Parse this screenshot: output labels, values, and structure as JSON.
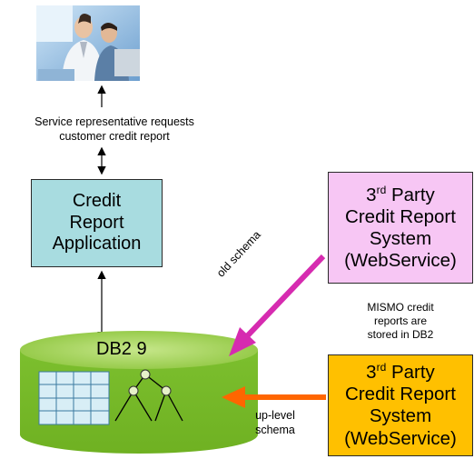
{
  "photo": {
    "alt": "Service representatives at a computer"
  },
  "caption_request": {
    "line1": "Service representative requests",
    "line2": "customer credit report"
  },
  "app_box": {
    "line1": "Credit",
    "line2": "Report",
    "line3": "Application",
    "fill": "#a8dce0"
  },
  "party_top": {
    "ordinal": "3",
    "ordinal_sup": "rd",
    "word": " Party",
    "line2": "Credit Report",
    "line3": "System",
    "line4": "(WebService)",
    "fill": "#f7c6f4"
  },
  "party_bottom": {
    "ordinal": "3",
    "ordinal_sup": "rd",
    "word": " Party",
    "line2": "Credit Report",
    "line3": "System",
    "line4": "(WebService)",
    "fill": "#ffc000"
  },
  "label_old_schema": "old schema",
  "note_mismo": {
    "line1": "MISMO credit",
    "line2": "reports are",
    "line3": "stored in DB2"
  },
  "label_uplevel": {
    "line1": "up-level",
    "line2": "schema"
  },
  "db": {
    "label": "DB2 9",
    "fill": "#8ec63f"
  },
  "colors": {
    "magenta_arrow": "#d62bb0",
    "orange_arrow": "#ff6600",
    "line": "#000000"
  },
  "icons": [
    "photo-image",
    "table-grid-icon",
    "xml-tree-icon"
  ]
}
